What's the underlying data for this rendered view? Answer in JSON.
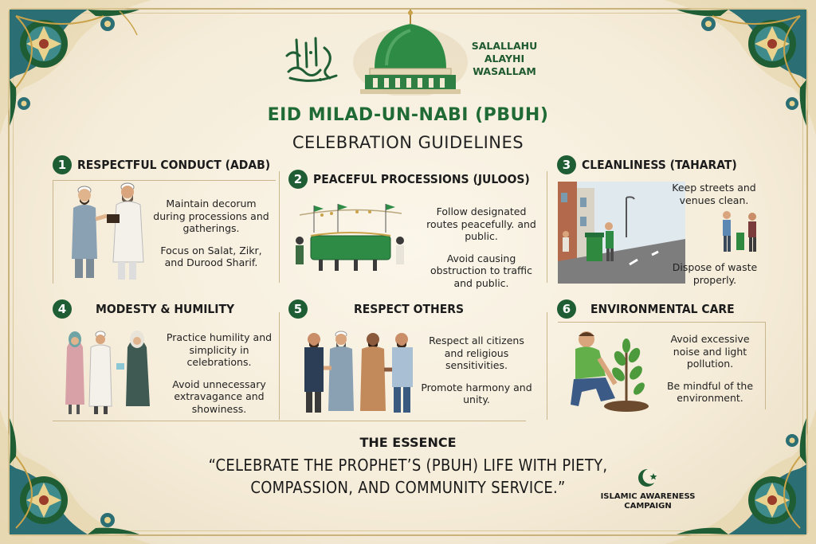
{
  "header": {
    "calligraphy_icon": "arabic-calligraphy-icon",
    "dome_icon": "green-dome-icon",
    "salawat_lines": [
      "SALALLAHU",
      "ALAYHI",
      "WASALLAM"
    ],
    "title": "EID MILAD-UN-NABI (PBUH)",
    "subtitle": "CELEBRATION GUIDELINES"
  },
  "sections": [
    {
      "number": "1",
      "title": "RESPECTFUL CONDUCT (ADAB)",
      "bullets": [
        "Maintain decorum during processions and gatherings.",
        "Focus on Salat, Zikr, and Durood Sharif."
      ]
    },
    {
      "number": "2",
      "title": "PEACEFUL PROCESSIONS (JULOOS)",
      "bullets": [
        "Follow designated routes peacefully. and public.",
        "Avoid causing obstruction to traffic and public."
      ]
    },
    {
      "number": "3",
      "title": "CLEANLINESS (TAHARAT)",
      "bullets": [
        "Keep streets and venues clean.",
        "Dispose of waste properly."
      ]
    },
    {
      "number": "4",
      "title": "MODESTY & HUMILITY",
      "bullets": [
        "Practice humility and simplicity in celebrations.",
        "Avoid unnecessary extravagance and showiness."
      ]
    },
    {
      "number": "5",
      "title": "RESPECT OTHERS",
      "bullets": [
        "Respect all citizens and religious sensitivities.",
        "Promote harmony and unity."
      ]
    },
    {
      "number": "6",
      "title": "ENVIRONMENTAL CARE",
      "bullets": [
        "Avoid excessive noise and light pollution.",
        "Be mindful of the environment."
      ]
    }
  ],
  "essence": {
    "title": "THE ESSENCE",
    "quote_line1": "“Celebrate the Prophet’s (PBUH) life with piety,",
    "quote_line2": "compassion, and community service.”"
  },
  "footer": {
    "logo_icon": "crescent-star-icon",
    "campaign_line1": "ISLAMIC AWARENESS",
    "campaign_line2": "CAMPAIGN"
  },
  "colors": {
    "primary_green": "#1f5e34",
    "dome_green": "#2e8b45",
    "background": "#f5ecd9",
    "border_gold": "#c9b27c",
    "ornament_teal": "#2b6f74"
  }
}
